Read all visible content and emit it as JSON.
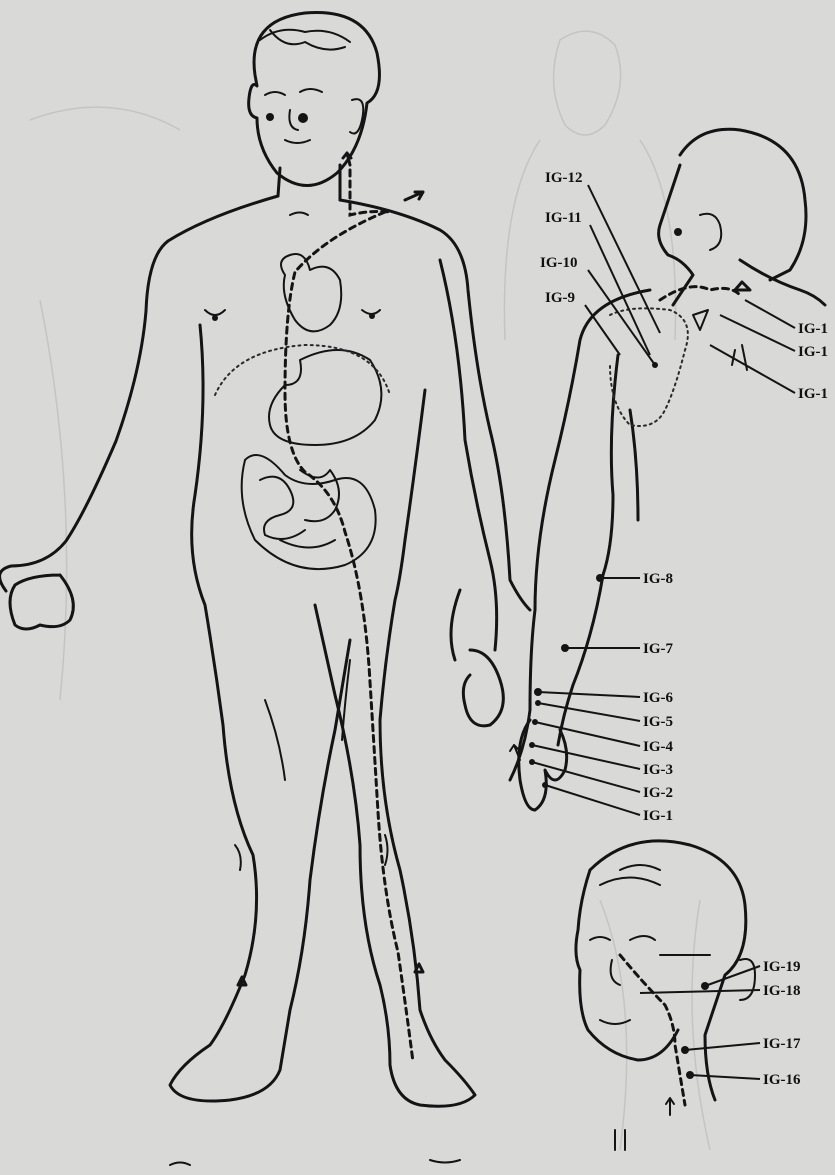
{
  "labels": [
    "IG-12",
    "IG-11",
    "IG-10",
    "IG-9",
    "IG-1",
    "IG-1",
    "IG-1",
    "IG-8",
    "IG-7",
    "IG-6",
    "IG-5",
    "IG-4",
    "IG-3",
    "IG-2",
    "IG-1",
    "IG-19",
    "IG-18",
    "IG-17",
    "IG-16"
  ]
}
